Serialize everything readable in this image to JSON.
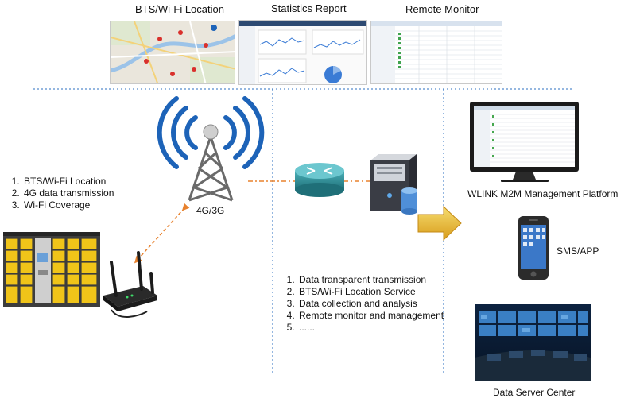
{
  "top_panels": [
    {
      "title": "BTS/Wi-Fi Location",
      "icon": "map-screenshot-icon"
    },
    {
      "title": "Statistics Report",
      "icon": "statistics-screenshot-icon"
    },
    {
      "title": "Remote Monitor",
      "icon": "monitor-screenshot-icon"
    }
  ],
  "tower": {
    "label": "4G/3G",
    "icon": "cell-tower-icon"
  },
  "left_features": [
    "BTS/Wi-Fi Location",
    "4G data transmission",
    "Wi-Fi Coverage"
  ],
  "center_features": [
    "Data transparent transmission",
    "BTS/Wi-Fi  Location Service",
    "Data collection and analysis",
    "Remote monitor and management",
    "......"
  ],
  "endpoints": [
    {
      "label": "WLINK M2M Management Platform",
      "icon": "monitor-icon"
    },
    {
      "label": "SMS/APP",
      "icon": "smartphone-icon"
    },
    {
      "label": "Data Server Center",
      "icon": "control-room-icon"
    }
  ],
  "devices": {
    "router_icon": "router-icon",
    "server_icon": "server-icon",
    "locker_icon": "locker-cabinet-icon",
    "gateway_icon": "4g-router-icon"
  },
  "colors": {
    "signal_blue": "#1d63b8",
    "dashed_link": "#e8822e",
    "arrow_gold": "#e8b830",
    "dotted_divider": "#2b6fc0"
  }
}
